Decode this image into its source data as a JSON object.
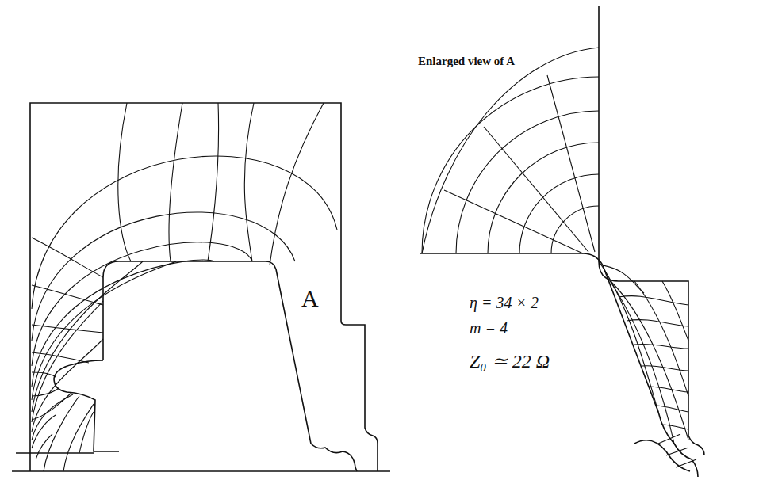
{
  "diagram": {
    "labels": [
      "A",
      "Enlarged view of A",
      "η = 34 × 2",
      "m = 4",
      "Z₀ ≃ 22 Ω"
    ]
  }
}
